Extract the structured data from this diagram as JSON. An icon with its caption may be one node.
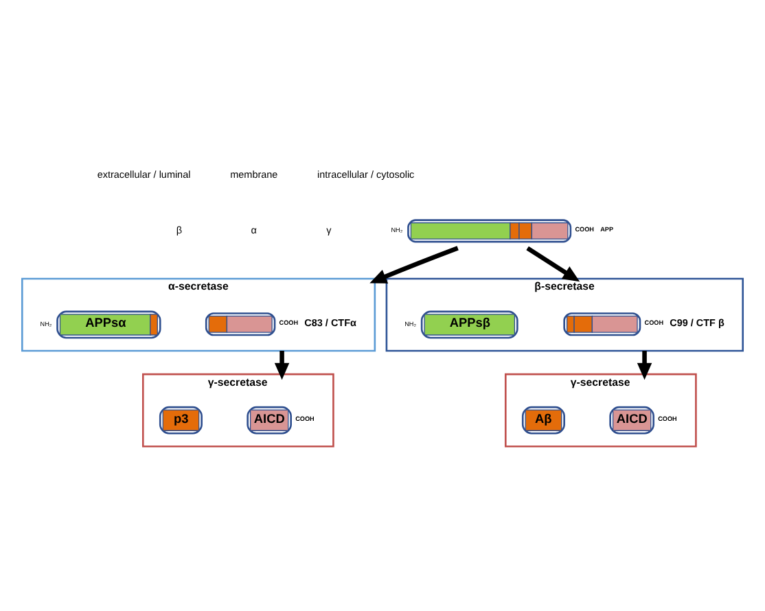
{
  "diagram": {
    "nodes": [
      {
        "text": [],
        "shape": "bar",
        "beside": [
          "NH₂",
          "COOH",
          "APP"
        ]
      },
      {
        "text": [
          "α-secretase"
        ]
      },
      {
        "text": [
          "APPsα"
        ],
        "in": 1,
        "beside": [
          "NH₂"
        ]
      },
      {
        "text": [],
        "shape": "bar",
        "in": 1,
        "beside": [
          "COOH",
          "C83 / CTFα"
        ]
      },
      {
        "text": [
          "β-secretase"
        ]
      },
      {
        "text": [
          "APPsβ"
        ],
        "in": 4,
        "beside": [
          "NH₂"
        ]
      },
      {
        "text": [],
        "shape": "bar",
        "in": 4,
        "beside": [
          "COOH",
          "C99 / CTF β"
        ]
      },
      {
        "text": [
          "γ-secretase"
        ]
      },
      {
        "text": [
          "p3"
        ],
        "in": 7
      },
      {
        "text": [
          "AICD"
        ],
        "in": 7,
        "beside": [
          "COOH"
        ]
      },
      {
        "text": [
          "γ-secretase"
        ]
      },
      {
        "text": [
          "Aβ"
        ],
        "in": 10
      },
      {
        "text": [
          "AICD"
        ],
        "in": 10,
        "beside": [
          "COOH"
        ]
      }
    ],
    "edges": [
      {
        "from": 0,
        "to": 1,
        "arrow": "to"
      },
      {
        "from": 0,
        "to": 4,
        "arrow": "to"
      },
      {
        "from": 1,
        "to": 7,
        "arrow": "to"
      },
      {
        "from": 4,
        "to": 10,
        "arrow": "to"
      }
    ],
    "labels": [
      "extracellular / luminal",
      "membrane",
      "intracellular / cytosolic",
      "β",
      "α",
      "γ"
    ]
  }
}
